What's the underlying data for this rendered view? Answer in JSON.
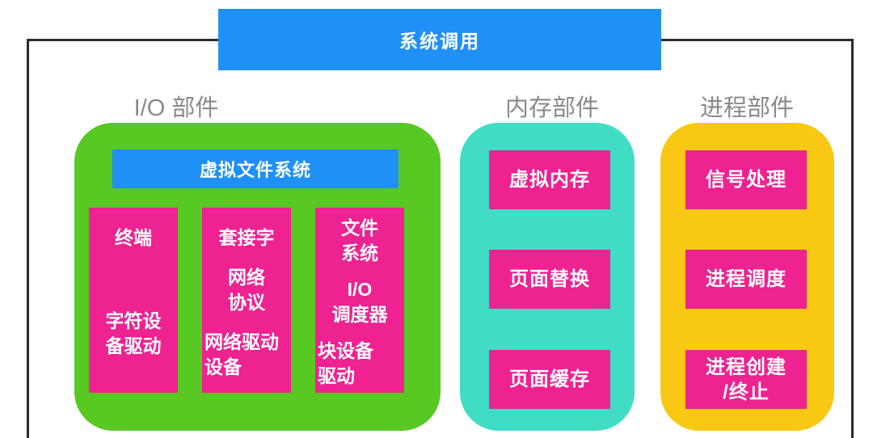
{
  "colors": {
    "blue": "#1F90F6",
    "green": "#58C822",
    "teal": "#41DCC4",
    "yellow": "#F8C814",
    "pink": "#EE2290",
    "border": "#2B2B2B",
    "title": "#8A8A8A"
  },
  "banner": {
    "label": "系统调用"
  },
  "sections": {
    "io": {
      "title": "I/O 部件",
      "vfs_label": "虚拟文件系统",
      "columns": [
        {
          "name": "terminal",
          "groups": [
            {
              "lines": [
                "终端"
              ]
            },
            {
              "lines": [
                "字符设",
                "备驱动"
              ]
            }
          ]
        },
        {
          "name": "network",
          "groups": [
            {
              "lines": [
                "套接字"
              ]
            },
            {
              "lines": [
                "网络",
                "协议"
              ]
            },
            {
              "lines": [
                "网络驱动",
                "设备"
              ],
              "align": "left"
            }
          ]
        },
        {
          "name": "block",
          "groups": [
            {
              "lines": [
                "文件",
                "系统"
              ]
            },
            {
              "lines": [
                "I/O",
                "调度器"
              ]
            },
            {
              "lines": [
                "块设备",
                "驱动"
              ],
              "align": "left"
            }
          ]
        }
      ]
    },
    "memory": {
      "title": "内存部件",
      "boxes": [
        {
          "name": "virtual-memory",
          "lines": [
            "虚拟内存"
          ]
        },
        {
          "name": "page-replacement",
          "lines": [
            "页面替换"
          ]
        },
        {
          "name": "page-cache",
          "lines": [
            "页面缓存"
          ]
        }
      ]
    },
    "process": {
      "title": "进程部件",
      "boxes": [
        {
          "name": "signal-handling",
          "lines": [
            "信号处理"
          ]
        },
        {
          "name": "process-scheduling",
          "lines": [
            "进程调度"
          ]
        },
        {
          "name": "process-create-terminate",
          "lines": [
            "进程创建",
            "/终止"
          ]
        }
      ]
    }
  }
}
